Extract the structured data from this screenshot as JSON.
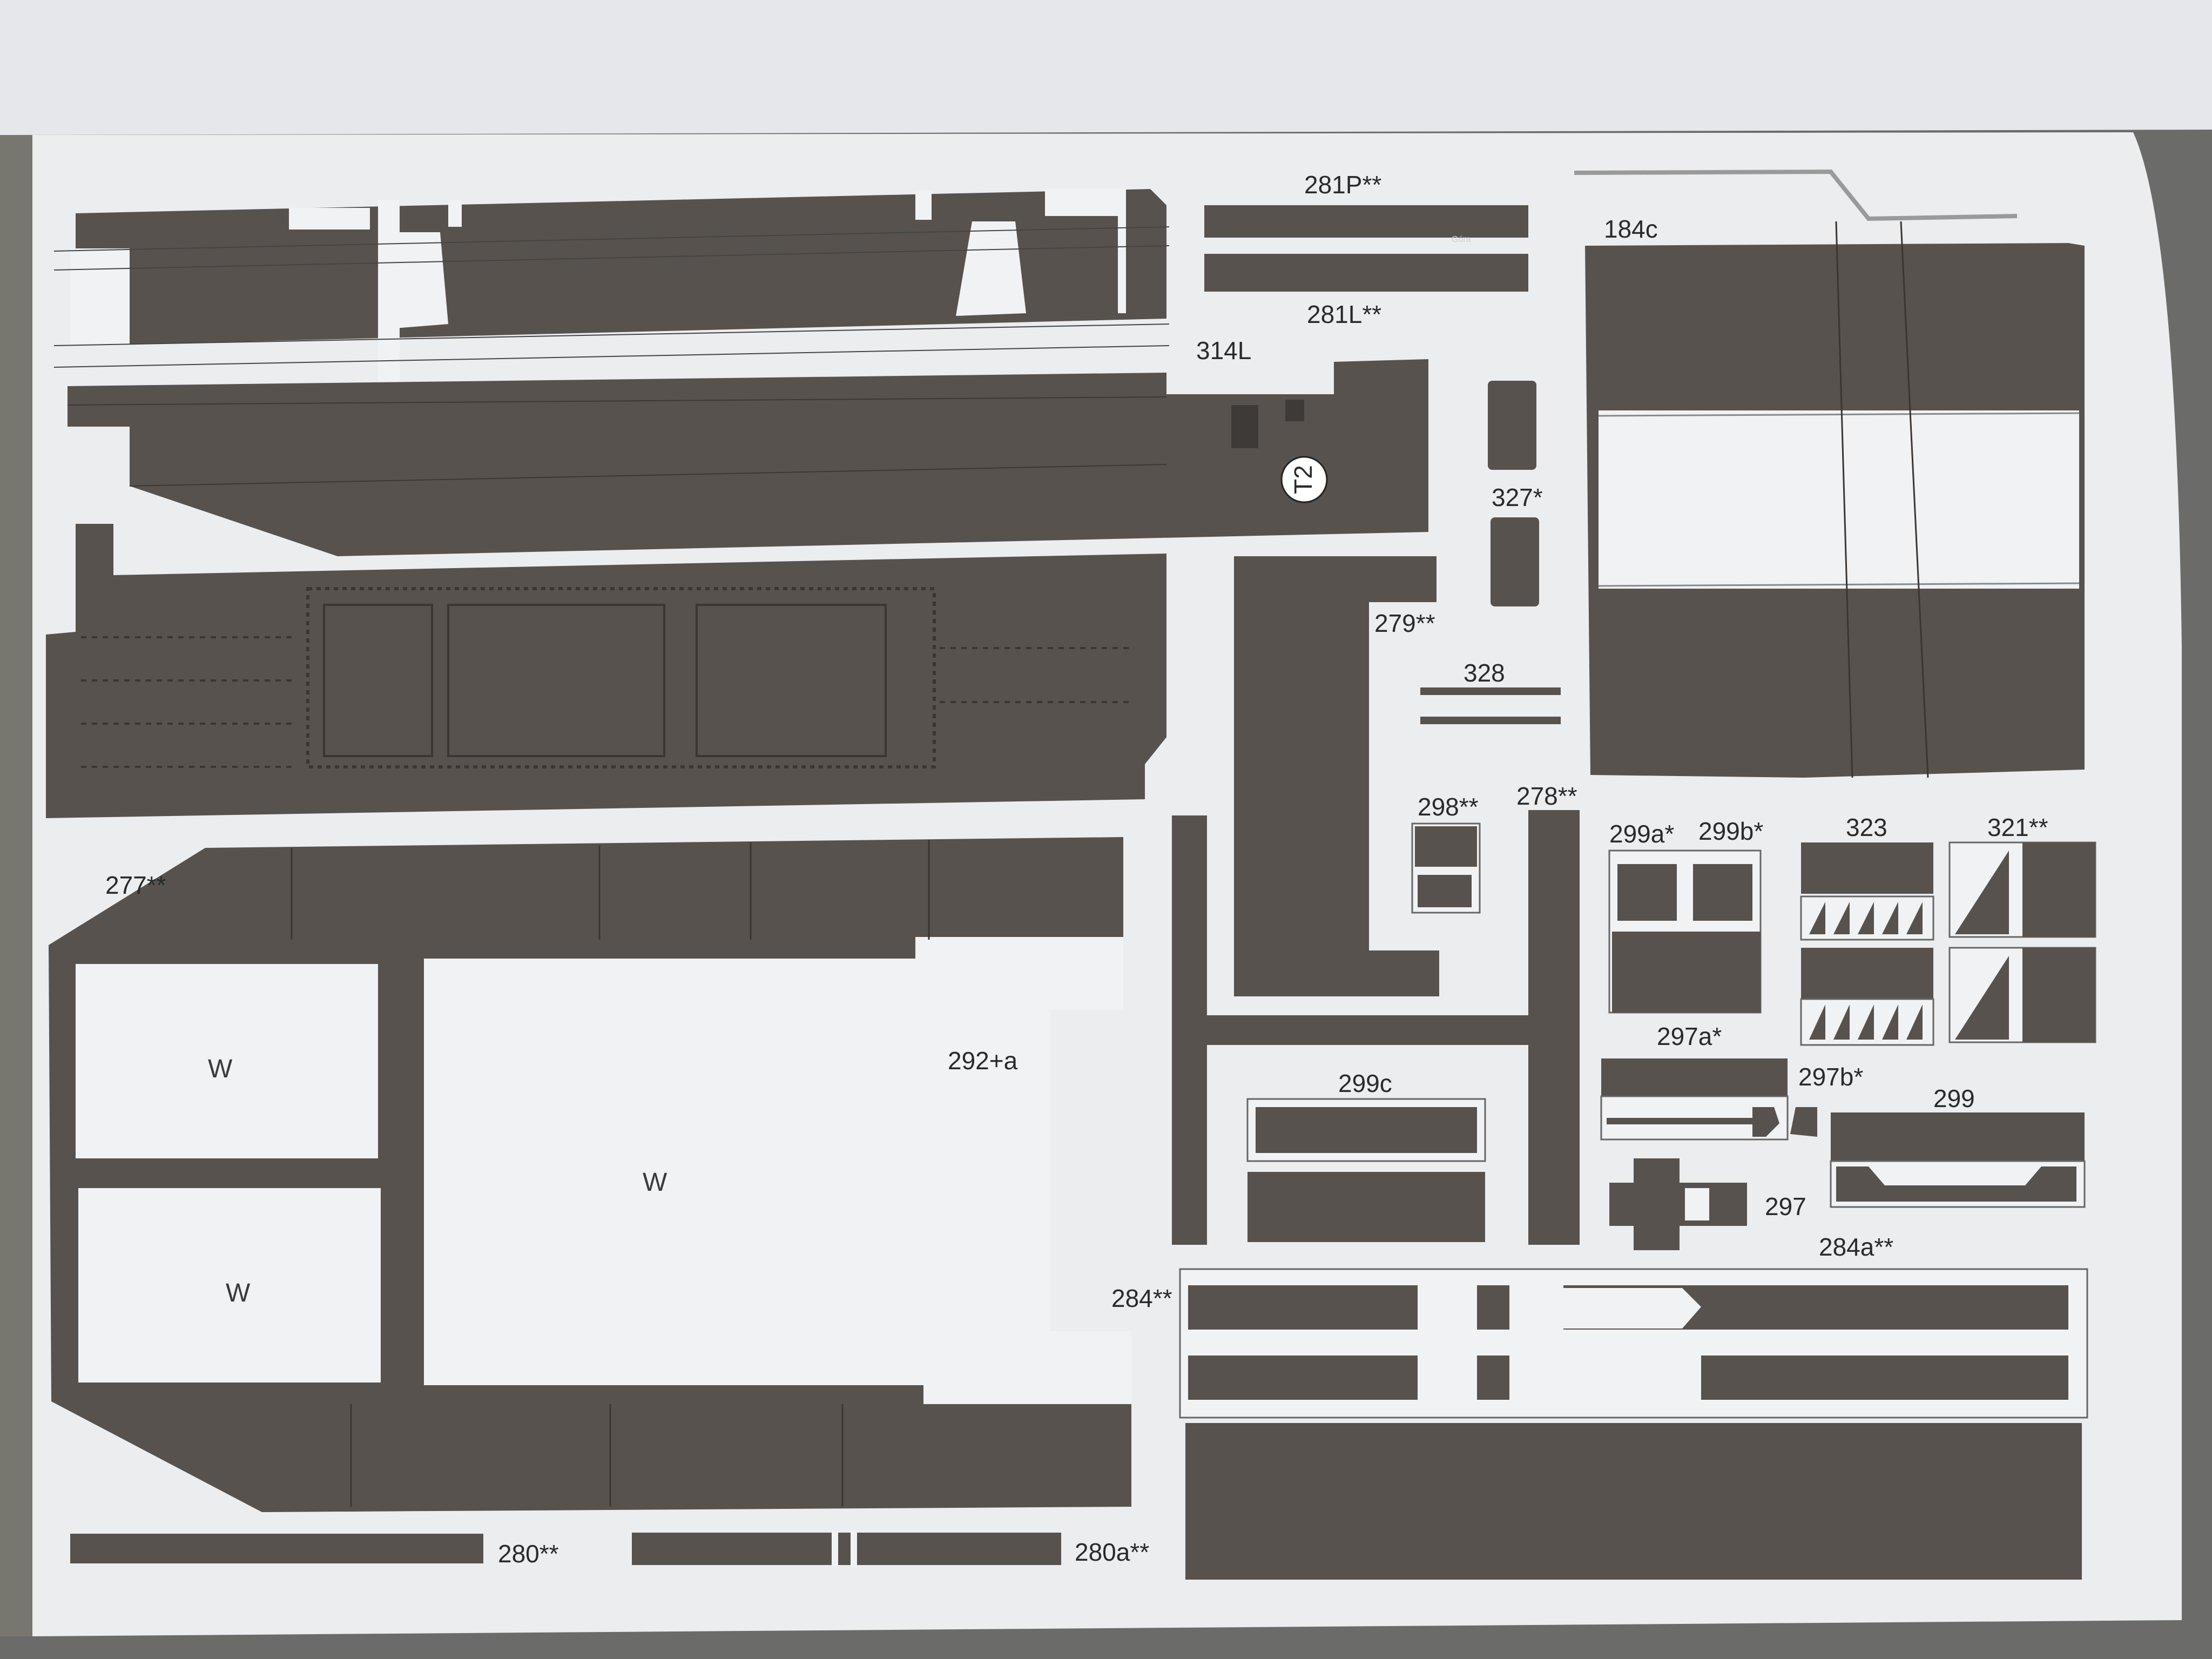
{
  "sheet": {
    "colors": {
      "background": "#6b6b69",
      "paper": "#ecedef",
      "part_fill": "#57524d",
      "cutout": "#f1f2f4",
      "label": "#2a2a2a"
    },
    "parts": [
      {
        "id": "281P",
        "label": "281P**"
      },
      {
        "id": "281L",
        "label": "281L**"
      },
      {
        "id": "184c",
        "label": "184c"
      },
      {
        "id": "314L",
        "label": "314L"
      },
      {
        "id": "T2",
        "label": "T2"
      },
      {
        "id": "327",
        "label": "327*"
      },
      {
        "id": "279",
        "label": "279**"
      },
      {
        "id": "328",
        "label": "328"
      },
      {
        "id": "298",
        "label": "298**"
      },
      {
        "id": "278",
        "label": "278**"
      },
      {
        "id": "299a",
        "label": "299a*"
      },
      {
        "id": "299b",
        "label": "299b*"
      },
      {
        "id": "323",
        "label": "323"
      },
      {
        "id": "321",
        "label": "321**"
      },
      {
        "id": "277",
        "label": "277**"
      },
      {
        "id": "292a",
        "label": "292+a"
      },
      {
        "id": "297a",
        "label": "297a*"
      },
      {
        "id": "297b",
        "label": "297b*"
      },
      {
        "id": "299c",
        "label": "299c"
      },
      {
        "id": "299",
        "label": "299"
      },
      {
        "id": "297",
        "label": "297"
      },
      {
        "id": "284a",
        "label": "284a**"
      },
      {
        "id": "284",
        "label": "284**"
      },
      {
        "id": "280",
        "label": "280**"
      },
      {
        "id": "280a",
        "label": "280a**"
      }
    ],
    "window_marks": [
      "W",
      "W",
      "W"
    ],
    "small_print": "Góra"
  }
}
